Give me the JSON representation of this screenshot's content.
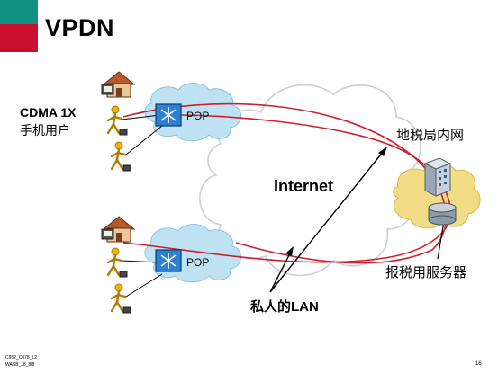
{
  "slide": {
    "title": "VPDN",
    "colors": {
      "teal": "#0f8f7f",
      "red": "#c8102e",
      "tunnel": "#cc1f2f",
      "cloud_stroke": "#c9d0d6",
      "pop_cloud": "#bfe2f3",
      "server_cloud": "#f2dc86"
    }
  },
  "diagram": {
    "cdma_label_1": "CDMA 1X",
    "cdma_label_2": "手机用户",
    "pop_top": "POP",
    "pop_bottom": "POP",
    "internet": "Internet",
    "intranet": "地税局内网",
    "server": "报税用服务器",
    "private_lan": "私人的LAN",
    "icons": [
      "house-icon",
      "mobile-user-icon",
      "router-icon",
      "server-tower-icon",
      "database-icon"
    ]
  },
  "footer": {
    "code_line_1": "C952_C078_L2",
    "code_line_2": "WASB_J8_8I8",
    "page_number": "16"
  }
}
